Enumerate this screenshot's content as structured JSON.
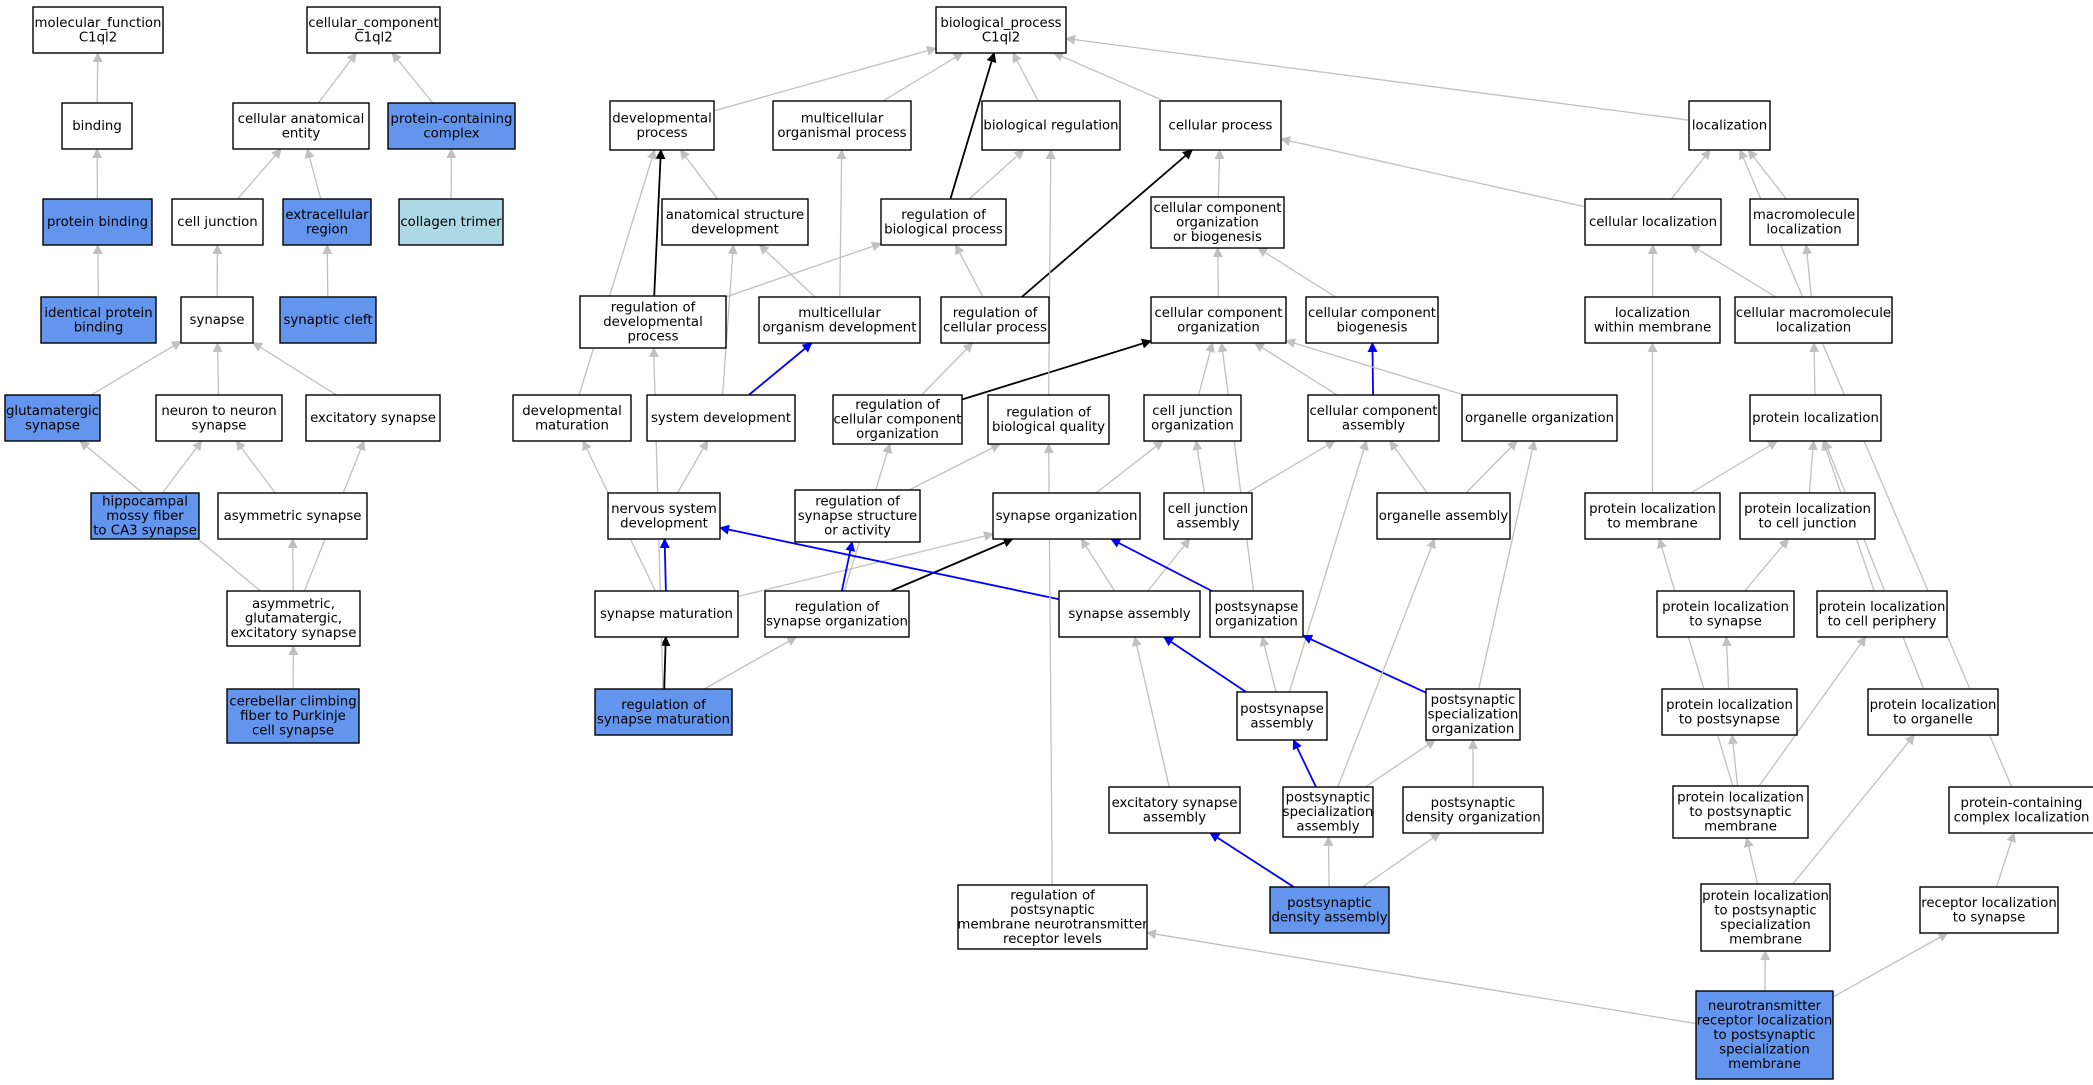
{
  "colors": {
    "plain": "#ffffff",
    "highlight": "#6495ed",
    "light": "#add8e6",
    "edge_gray": "#c0c0c0",
    "edge_black": "#000000",
    "edge_blue": "#0000ff"
  },
  "nodes": [
    {
      "id": "mf",
      "lines": [
        "molecular_function",
        "C1ql2"
      ],
      "fill": "plain"
    },
    {
      "id": "cc",
      "lines": [
        "cellular_component",
        "C1ql2"
      ],
      "fill": "plain"
    },
    {
      "id": "bp",
      "lines": [
        "biological_process",
        "C1ql2"
      ],
      "fill": "plain"
    },
    {
      "id": "binding",
      "lines": [
        "binding"
      ],
      "fill": "plain"
    },
    {
      "id": "cae",
      "lines": [
        "cellular anatomical",
        "entity"
      ],
      "fill": "plain"
    },
    {
      "id": "pcc",
      "lines": [
        "protein-containing",
        "complex"
      ],
      "fill": "highlight"
    },
    {
      "id": "pbind",
      "lines": [
        "protein binding"
      ],
      "fill": "highlight"
    },
    {
      "id": "celljunction",
      "lines": [
        "cell junction"
      ],
      "fill": "plain"
    },
    {
      "id": "ecr",
      "lines": [
        "extracellular",
        "region"
      ],
      "fill": "highlight"
    },
    {
      "id": "collagen",
      "lines": [
        "collagen trimer"
      ],
      "fill": "light"
    },
    {
      "id": "ipb",
      "lines": [
        "identical protein",
        "binding"
      ],
      "fill": "highlight"
    },
    {
      "id": "synapse",
      "lines": [
        "synapse"
      ],
      "fill": "plain"
    },
    {
      "id": "syncleft",
      "lines": [
        "synaptic cleft"
      ],
      "fill": "highlight"
    },
    {
      "id": "glutsyn",
      "lines": [
        "glutamatergic",
        "synapse"
      ],
      "fill": "highlight"
    },
    {
      "id": "n2n",
      "lines": [
        "neuron to neuron",
        "synapse"
      ],
      "fill": "plain"
    },
    {
      "id": "excsyn",
      "lines": [
        "excitatory synapse"
      ],
      "fill": "plain"
    },
    {
      "id": "hippo",
      "lines": [
        "hippocampal",
        "mossy fiber",
        "to CA3 synapse"
      ],
      "fill": "highlight"
    },
    {
      "id": "asymsyn",
      "lines": [
        "asymmetric synapse"
      ],
      "fill": "plain"
    },
    {
      "id": "age",
      "lines": [
        "asymmetric,",
        "glutamatergic,",
        "excitatory synapse"
      ],
      "fill": "plain"
    },
    {
      "id": "cerebellar",
      "lines": [
        "cerebellar climbing",
        "fiber to Purkinje",
        "cell synapse"
      ],
      "fill": "highlight"
    },
    {
      "id": "devproc",
      "lines": [
        "developmental",
        "process"
      ],
      "fill": "plain"
    },
    {
      "id": "multiorg",
      "lines": [
        "multicellular",
        "organismal process"
      ],
      "fill": "plain"
    },
    {
      "id": "bioreg",
      "lines": [
        "biological regulation"
      ],
      "fill": "plain"
    },
    {
      "id": "cellproc",
      "lines": [
        "cellular process"
      ],
      "fill": "plain"
    },
    {
      "id": "localization",
      "lines": [
        "localization"
      ],
      "fill": "plain"
    },
    {
      "id": "asdev",
      "lines": [
        "anatomical structure",
        "development"
      ],
      "fill": "plain"
    },
    {
      "id": "regbio",
      "lines": [
        "regulation of",
        "biological process"
      ],
      "fill": "plain"
    },
    {
      "id": "ccob",
      "lines": [
        "cellular component",
        "organization",
        "or biogenesis"
      ],
      "fill": "plain"
    },
    {
      "id": "cellloc",
      "lines": [
        "cellular localization"
      ],
      "fill": "plain"
    },
    {
      "id": "macroloc",
      "lines": [
        "macromolecule",
        "localization"
      ],
      "fill": "plain"
    },
    {
      "id": "regdev",
      "lines": [
        "regulation of",
        "developmental",
        "process"
      ],
      "fill": "plain"
    },
    {
      "id": "multidev",
      "lines": [
        "multicellular",
        "organism development"
      ],
      "fill": "plain"
    },
    {
      "id": "regcell",
      "lines": [
        "regulation of",
        "cellular process"
      ],
      "fill": "plain"
    },
    {
      "id": "cco",
      "lines": [
        "cellular component",
        "organization"
      ],
      "fill": "plain"
    },
    {
      "id": "ccbio",
      "lines": [
        "cellular component",
        "biogenesis"
      ],
      "fill": "plain"
    },
    {
      "id": "locwm",
      "lines": [
        "localization",
        "within membrane"
      ],
      "fill": "plain"
    },
    {
      "id": "cmacroloc",
      "lines": [
        "cellular macromolecule",
        "localization"
      ],
      "fill": "plain"
    },
    {
      "id": "devmat",
      "lines": [
        "developmental",
        "maturation"
      ],
      "fill": "plain"
    },
    {
      "id": "sysdev",
      "lines": [
        "system development"
      ],
      "fill": "plain"
    },
    {
      "id": "regcco",
      "lines": [
        "regulation of",
        "cellular component",
        "organization"
      ],
      "fill": "plain"
    },
    {
      "id": "regbq",
      "lines": [
        "regulation of",
        "biological quality"
      ],
      "fill": "plain"
    },
    {
      "id": "cjo",
      "lines": [
        "cell junction",
        "organization"
      ],
      "fill": "plain"
    },
    {
      "id": "cca",
      "lines": [
        "cellular component",
        "assembly"
      ],
      "fill": "plain"
    },
    {
      "id": "orgorg",
      "lines": [
        "organelle organization"
      ],
      "fill": "plain"
    },
    {
      "id": "protloc",
      "lines": [
        "protein localization"
      ],
      "fill": "plain"
    },
    {
      "id": "nsdev",
      "lines": [
        "nervous system",
        "development"
      ],
      "fill": "plain"
    },
    {
      "id": "regsso",
      "lines": [
        "regulation of",
        "synapse structure",
        "or activity"
      ],
      "fill": "plain"
    },
    {
      "id": "synorg",
      "lines": [
        "synapse organization"
      ],
      "fill": "plain"
    },
    {
      "id": "cja",
      "lines": [
        "cell junction",
        "assembly"
      ],
      "fill": "plain"
    },
    {
      "id": "orgasm",
      "lines": [
        "organelle assembly"
      ],
      "fill": "plain"
    },
    {
      "id": "pltm",
      "lines": [
        "protein localization",
        "to membrane"
      ],
      "fill": "plain"
    },
    {
      "id": "pltcj",
      "lines": [
        "protein localization",
        "to cell junction"
      ],
      "fill": "plain"
    },
    {
      "id": "synmat",
      "lines": [
        "synapse maturation"
      ],
      "fill": "plain"
    },
    {
      "id": "regso",
      "lines": [
        "regulation of",
        "synapse organization"
      ],
      "fill": "plain"
    },
    {
      "id": "synasm",
      "lines": [
        "synapse assembly"
      ],
      "fill": "plain"
    },
    {
      "id": "psorg",
      "lines": [
        "postsynapse",
        "organization"
      ],
      "fill": "plain"
    },
    {
      "id": "plts",
      "lines": [
        "protein localization",
        "to synapse"
      ],
      "fill": "plain"
    },
    {
      "id": "pltcp",
      "lines": [
        "protein localization",
        "to cell periphery"
      ],
      "fill": "plain"
    },
    {
      "id": "regsm",
      "lines": [
        "regulation of",
        "synapse maturation"
      ],
      "fill": "highlight"
    },
    {
      "id": "psasm",
      "lines": [
        "postsynapse",
        "assembly"
      ],
      "fill": "plain"
    },
    {
      "id": "psso",
      "lines": [
        "postsynaptic",
        "specialization",
        "organization"
      ],
      "fill": "plain"
    },
    {
      "id": "pltps",
      "lines": [
        "protein localization",
        "to postsynapse"
      ],
      "fill": "plain"
    },
    {
      "id": "plto",
      "lines": [
        "protein localization",
        "to organelle"
      ],
      "fill": "plain"
    },
    {
      "id": "excsa",
      "lines": [
        "excitatory synapse",
        "assembly"
      ],
      "fill": "plain"
    },
    {
      "id": "pssa",
      "lines": [
        "postsynaptic",
        "specialization",
        "assembly"
      ],
      "fill": "plain"
    },
    {
      "id": "psdo",
      "lines": [
        "postsynaptic",
        "density organization"
      ],
      "fill": "plain"
    },
    {
      "id": "pltpm",
      "lines": [
        "protein localization",
        "to postsynaptic",
        "membrane"
      ],
      "fill": "plain"
    },
    {
      "id": "pccl",
      "lines": [
        "protein-containing",
        "complex localization"
      ],
      "fill": "plain"
    },
    {
      "id": "regpnr",
      "lines": [
        "regulation of",
        "postsynaptic",
        "membrane neurotransmitter",
        "receptor levels"
      ],
      "fill": "plain"
    },
    {
      "id": "psda",
      "lines": [
        "postsynaptic",
        "density assembly"
      ],
      "fill": "highlight"
    },
    {
      "id": "pltpsm",
      "lines": [
        "protein localization",
        "to postsynaptic",
        "specialization",
        "membrane"
      ],
      "fill": "plain"
    },
    {
      "id": "rls",
      "lines": [
        "receptor localization",
        "to synapse"
      ],
      "fill": "plain"
    },
    {
      "id": "ntrl",
      "lines": [
        "neurotransmitter",
        "receptor localization",
        "to postsynaptic",
        "specialization",
        "membrane"
      ],
      "fill": "highlight"
    }
  ],
  "edges": [
    [
      "binding",
      "mf",
      "gray"
    ],
    [
      "pbind",
      "binding",
      "gray"
    ],
    [
      "ipb",
      "pbind",
      "gray"
    ],
    [
      "cae",
      "cc",
      "gray"
    ],
    [
      "pcc",
      "cc",
      "gray"
    ],
    [
      "celljunction",
      "cae",
      "gray"
    ],
    [
      "ecr",
      "cae",
      "gray"
    ],
    [
      "collagen",
      "pcc",
      "gray"
    ],
    [
      "synapse",
      "celljunction",
      "gray"
    ],
    [
      "syncleft",
      "ecr",
      "gray"
    ],
    [
      "glutsyn",
      "synapse",
      "gray"
    ],
    [
      "n2n",
      "synapse",
      "gray"
    ],
    [
      "excsyn",
      "synapse",
      "gray"
    ],
    [
      "hippo",
      "n2n",
      "gray"
    ],
    [
      "asymsyn",
      "n2n",
      "gray"
    ],
    [
      "age",
      "asymsyn",
      "gray"
    ],
    [
      "age",
      "glutsyn",
      "gray"
    ],
    [
      "age",
      "excsyn",
      "gray"
    ],
    [
      "cerebellar",
      "age",
      "gray"
    ],
    [
      "devproc",
      "bp",
      "gray"
    ],
    [
      "multiorg",
      "bp",
      "gray"
    ],
    [
      "bioreg",
      "bp",
      "gray"
    ],
    [
      "cellproc",
      "bp",
      "gray"
    ],
    [
      "localization",
      "bp",
      "gray"
    ],
    [
      "regbio",
      "bp",
      "black"
    ],
    [
      "asdev",
      "devproc",
      "gray"
    ],
    [
      "regdev",
      "devproc",
      "black"
    ],
    [
      "devmat",
      "devproc",
      "gray"
    ],
    [
      "regbio",
      "bioreg",
      "gray"
    ],
    [
      "regdev",
      "regbio",
      "gray"
    ],
    [
      "regcell",
      "regbio",
      "gray"
    ],
    [
      "regcell",
      "cellproc",
      "black"
    ],
    [
      "ccob",
      "cellproc",
      "gray"
    ],
    [
      "cellloc",
      "cellproc",
      "gray"
    ],
    [
      "cellloc",
      "localization",
      "gray"
    ],
    [
      "macroloc",
      "localization",
      "gray"
    ],
    [
      "multidev",
      "asdev",
      "gray"
    ],
    [
      "multidev",
      "multiorg",
      "gray"
    ],
    [
      "sysdev",
      "asdev",
      "gray"
    ],
    [
      "sysdev",
      "multidev",
      "blue"
    ],
    [
      "cco",
      "ccob",
      "gray"
    ],
    [
      "ccbio",
      "ccob",
      "gray"
    ],
    [
      "cca",
      "ccbio",
      "blue"
    ],
    [
      "locwm",
      "cellloc",
      "gray"
    ],
    [
      "cmacroloc",
      "cellloc",
      "gray"
    ],
    [
      "cmacroloc",
      "macroloc",
      "gray"
    ],
    [
      "regcco",
      "regcell",
      "gray"
    ],
    [
      "regcco",
      "cco",
      "black"
    ],
    [
      "regbq",
      "bioreg",
      "gray"
    ],
    [
      "cjo",
      "cco",
      "gray"
    ],
    [
      "cca",
      "cco",
      "gray"
    ],
    [
      "orgorg",
      "cco",
      "gray"
    ],
    [
      "protloc",
      "cmacroloc",
      "gray"
    ],
    [
      "nsdev",
      "sysdev",
      "gray"
    ],
    [
      "regsso",
      "regbq",
      "gray"
    ],
    [
      "synorg",
      "cjo",
      "gray"
    ],
    [
      "cja",
      "cjo",
      "gray"
    ],
    [
      "cja",
      "cca",
      "gray"
    ],
    [
      "orgasm",
      "cca",
      "gray"
    ],
    [
      "orgasm",
      "orgorg",
      "gray"
    ],
    [
      "pltm",
      "protloc",
      "gray"
    ],
    [
      "pltm",
      "locwm",
      "gray"
    ],
    [
      "pltcj",
      "protloc",
      "gray"
    ],
    [
      "synmat",
      "nsdev",
      "blue"
    ],
    [
      "synmat",
      "devmat",
      "gray"
    ],
    [
      "synmat",
      "synorg",
      "gray"
    ],
    [
      "regso",
      "regsso",
      "blue"
    ],
    [
      "regso",
      "synorg",
      "black"
    ],
    [
      "regso",
      "regcco",
      "gray"
    ],
    [
      "synasm",
      "synorg",
      "gray"
    ],
    [
      "synasm",
      "cja",
      "gray"
    ],
    [
      "synasm",
      "nsdev",
      "blue"
    ],
    [
      "psorg",
      "synorg",
      "blue"
    ],
    [
      "psorg",
      "cco",
      "gray"
    ],
    [
      "plts",
      "pltcj",
      "gray"
    ],
    [
      "pltcp",
      "protloc",
      "gray"
    ],
    [
      "regsm",
      "synmat",
      "black"
    ],
    [
      "regsm",
      "regso",
      "gray"
    ],
    [
      "regsm",
      "regdev",
      "gray"
    ],
    [
      "psasm",
      "synasm",
      "blue"
    ],
    [
      "psasm",
      "psorg",
      "gray"
    ],
    [
      "psasm",
      "cca",
      "gray"
    ],
    [
      "psso",
      "psorg",
      "blue"
    ],
    [
      "psso",
      "orgorg",
      "gray"
    ],
    [
      "pltps",
      "plts",
      "gray"
    ],
    [
      "plto",
      "protloc",
      "gray"
    ],
    [
      "excsa",
      "synasm",
      "gray"
    ],
    [
      "pssa",
      "psasm",
      "blue"
    ],
    [
      "pssa",
      "psso",
      "gray"
    ],
    [
      "pssa",
      "orgasm",
      "gray"
    ],
    [
      "psdo",
      "psso",
      "gray"
    ],
    [
      "pltpm",
      "pltps",
      "gray"
    ],
    [
      "pltpm",
      "pltcp",
      "gray"
    ],
    [
      "pltpm",
      "pltm",
      "gray"
    ],
    [
      "pccl",
      "localization",
      "gray"
    ],
    [
      "regpnr",
      "regbq",
      "gray"
    ],
    [
      "psda",
      "excsa",
      "blue"
    ],
    [
      "psda",
      "pssa",
      "gray"
    ],
    [
      "psda",
      "psdo",
      "gray"
    ],
    [
      "pltpsm",
      "pltpm",
      "gray"
    ],
    [
      "pltpsm",
      "plto",
      "gray"
    ],
    [
      "rls",
      "pccl",
      "gray"
    ],
    [
      "ntrl",
      "pltpsm",
      "gray"
    ],
    [
      "ntrl",
      "rls",
      "gray"
    ],
    [
      "ntrl",
      "regpnr",
      "gray"
    ]
  ]
}
